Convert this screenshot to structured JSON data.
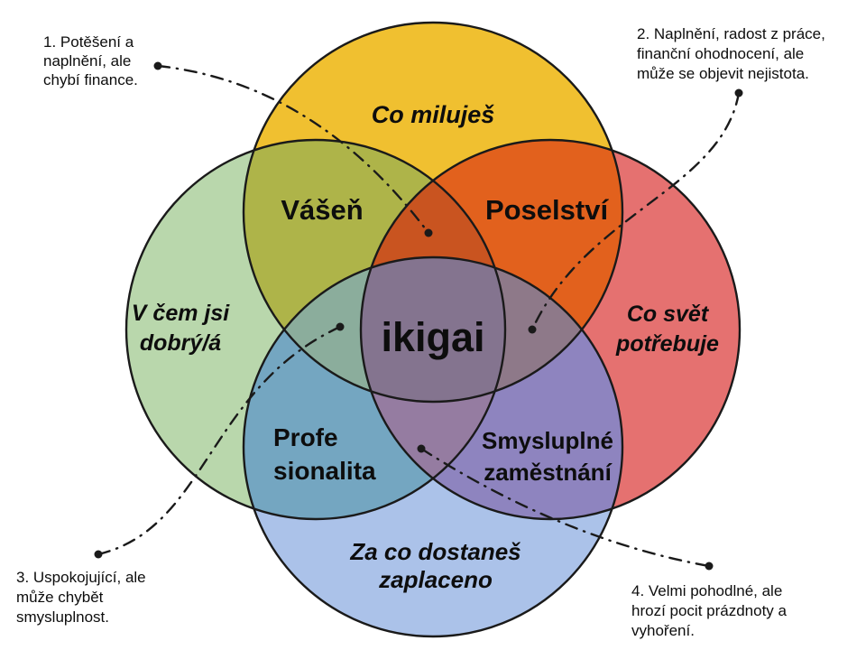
{
  "colors": {
    "background": "#ffffff",
    "stroke": "#1a1a1a",
    "connector": "#1a1a1a",
    "love": "#F0C030",
    "good_at": "#B9D7AC",
    "world_needs": "#E57170",
    "paid_for": "#ABC2E9",
    "passion": "#AEB449",
    "mission": "#E2611D",
    "profession": "#74A6C1",
    "vocation": "#8E84BF",
    "triple_top": "#C95420",
    "triple_left": "#8BAD9C",
    "triple_right": "#8E7989",
    "triple_bottom": "#957CA1",
    "center": "#84748F"
  },
  "circles": {
    "love": {
      "name": "Co miluješ"
    },
    "good_at": {
      "line1": "V čem jsi",
      "line2": "dobrý/á"
    },
    "world_needs": {
      "line1": "Co svět",
      "line2": "potřebuje"
    },
    "paid_for": {
      "line1": "Za co dostaneš",
      "line2": "zaplaceno"
    }
  },
  "overlaps": {
    "passion": "Vášeň",
    "mission": "Poselství",
    "profession": {
      "line1": "Profe",
      "line2": "sionalita"
    },
    "vocation": {
      "line1": "Smysluplné",
      "line2": "zaměstnání"
    },
    "center": "ikigai"
  },
  "annotations": {
    "a1": {
      "line1": "1. Potěšení a",
      "line2": "naplnění, ale",
      "line3": "chybí finance."
    },
    "a2": {
      "line1": "2. Naplnění, radost z práce,",
      "line2": "finanční ohodnocení, ale",
      "line3": "může se objevit nejistota."
    },
    "a3": {
      "line1": "3. Uspokojující, ale",
      "line2": "může chybět",
      "line3": "smysluplnost."
    },
    "a4": {
      "line1": "4. Velmi pohodlné, ale",
      "line2": "hrozí pocit prázdnoty a",
      "line3": "vyhoření."
    }
  }
}
